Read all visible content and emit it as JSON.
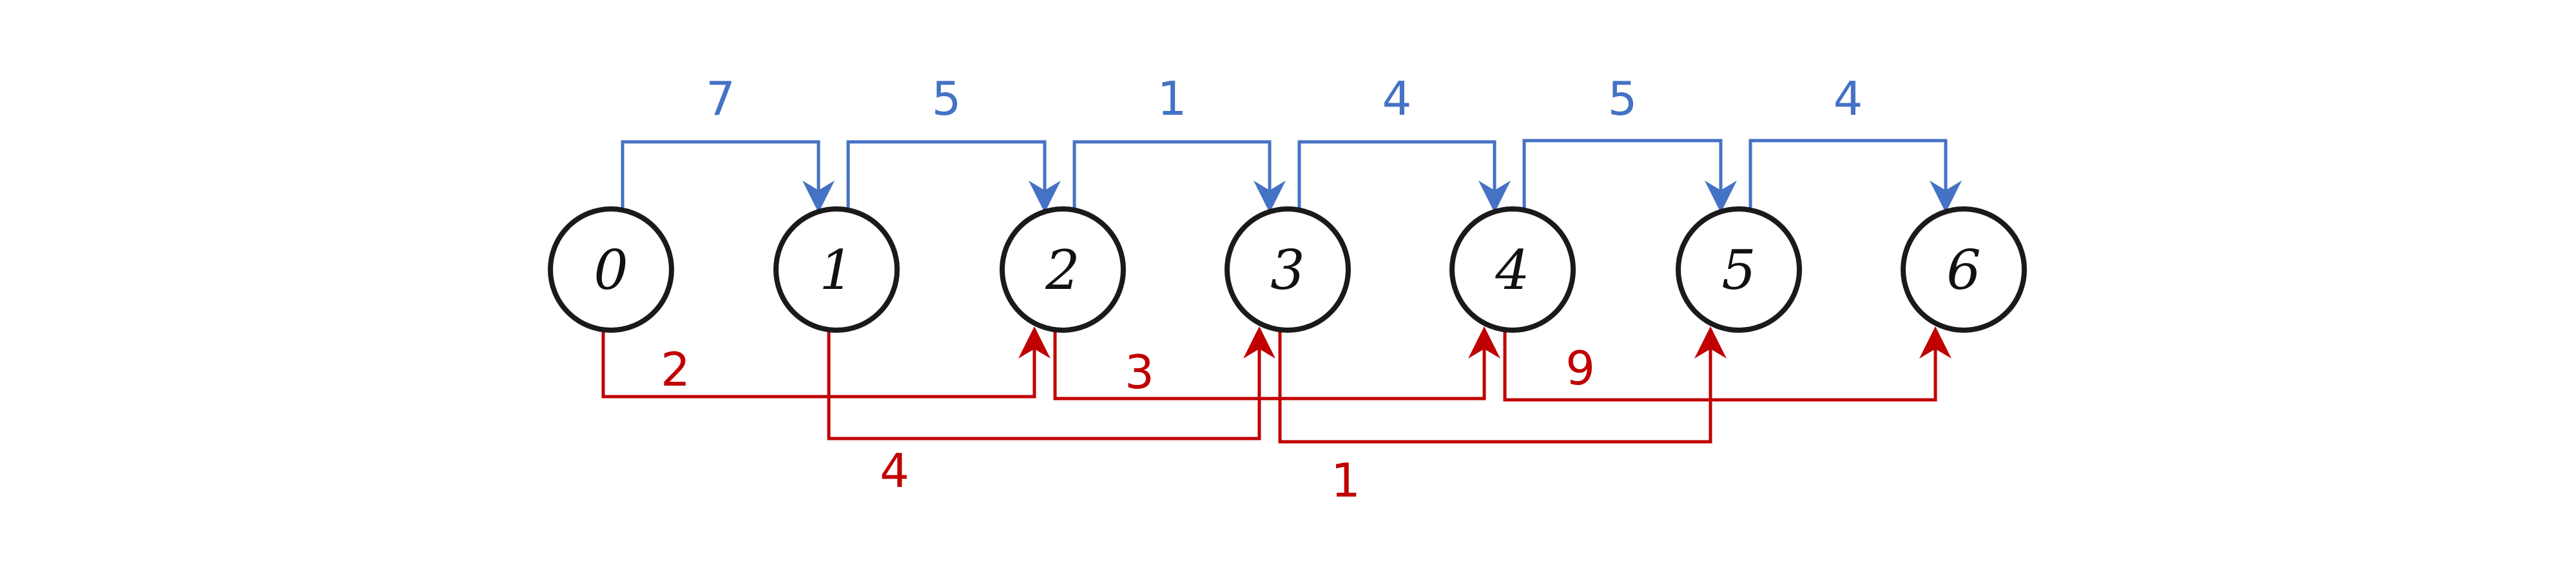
{
  "colors": {
    "forward": "#4472c4",
    "skip": "#c00000",
    "node_stroke": "#1a1a1a"
  },
  "nodes": [
    {
      "id": 0,
      "label": "0"
    },
    {
      "id": 1,
      "label": "1"
    },
    {
      "id": 2,
      "label": "2"
    },
    {
      "id": 3,
      "label": "3"
    },
    {
      "id": 4,
      "label": "4"
    },
    {
      "id": 5,
      "label": "5"
    },
    {
      "id": 6,
      "label": "6"
    }
  ],
  "forward_edges": [
    {
      "from": 0,
      "to": 1,
      "weight": "7"
    },
    {
      "from": 1,
      "to": 2,
      "weight": "5"
    },
    {
      "from": 2,
      "to": 3,
      "weight": "1"
    },
    {
      "from": 3,
      "to": 4,
      "weight": "4"
    },
    {
      "from": 4,
      "to": 5,
      "weight": "5"
    },
    {
      "from": 5,
      "to": 6,
      "weight": "4"
    }
  ],
  "skip_edges": [
    {
      "from": 0,
      "to": 2,
      "weight": "2"
    },
    {
      "from": 1,
      "to": 3,
      "weight": "4"
    },
    {
      "from": 2,
      "to": 4,
      "weight": "3"
    },
    {
      "from": 3,
      "to": 5,
      "weight": "1"
    },
    {
      "from": 4,
      "to": 6,
      "weight": "9"
    }
  ]
}
